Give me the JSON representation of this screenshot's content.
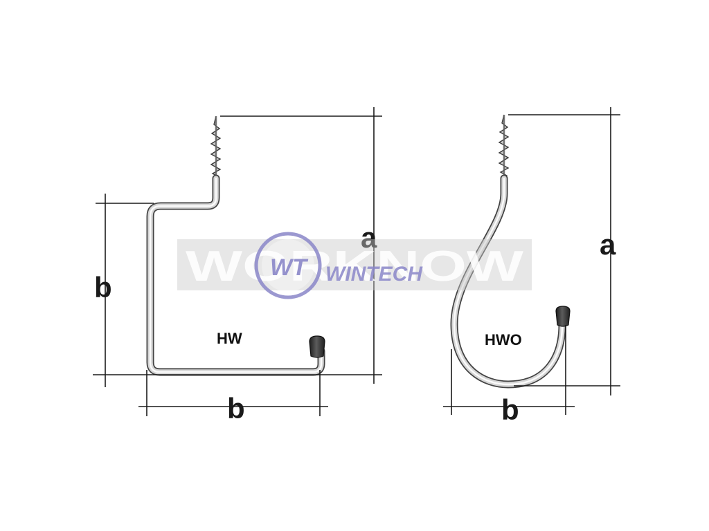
{
  "labels": {
    "hw_model": "HW",
    "hwo_model": "HWO",
    "hw_height_dim": "a",
    "hw_left_dim": "b",
    "hw_bottom_dim": "b",
    "hwo_height_dim": "a",
    "hwo_bottom_dim": "b"
  },
  "watermark": {
    "text": "WORKNOW",
    "brand": "WINTECH",
    "logo_letters": "WT",
    "color": "#8a86c8"
  },
  "colors": {
    "line": "#1a1a1a",
    "wire_light": "#f2f2f2",
    "wire_mid": "#b8b8b8",
    "wire_dark": "#5a5a5a",
    "cap": "#3a3a3a",
    "watermark_band": "#c9c9c9"
  },
  "icons": {
    "hw": "square-wall-hook-icon",
    "hwo": "s-wall-hook-icon",
    "logo": "wintech-logo-icon"
  }
}
